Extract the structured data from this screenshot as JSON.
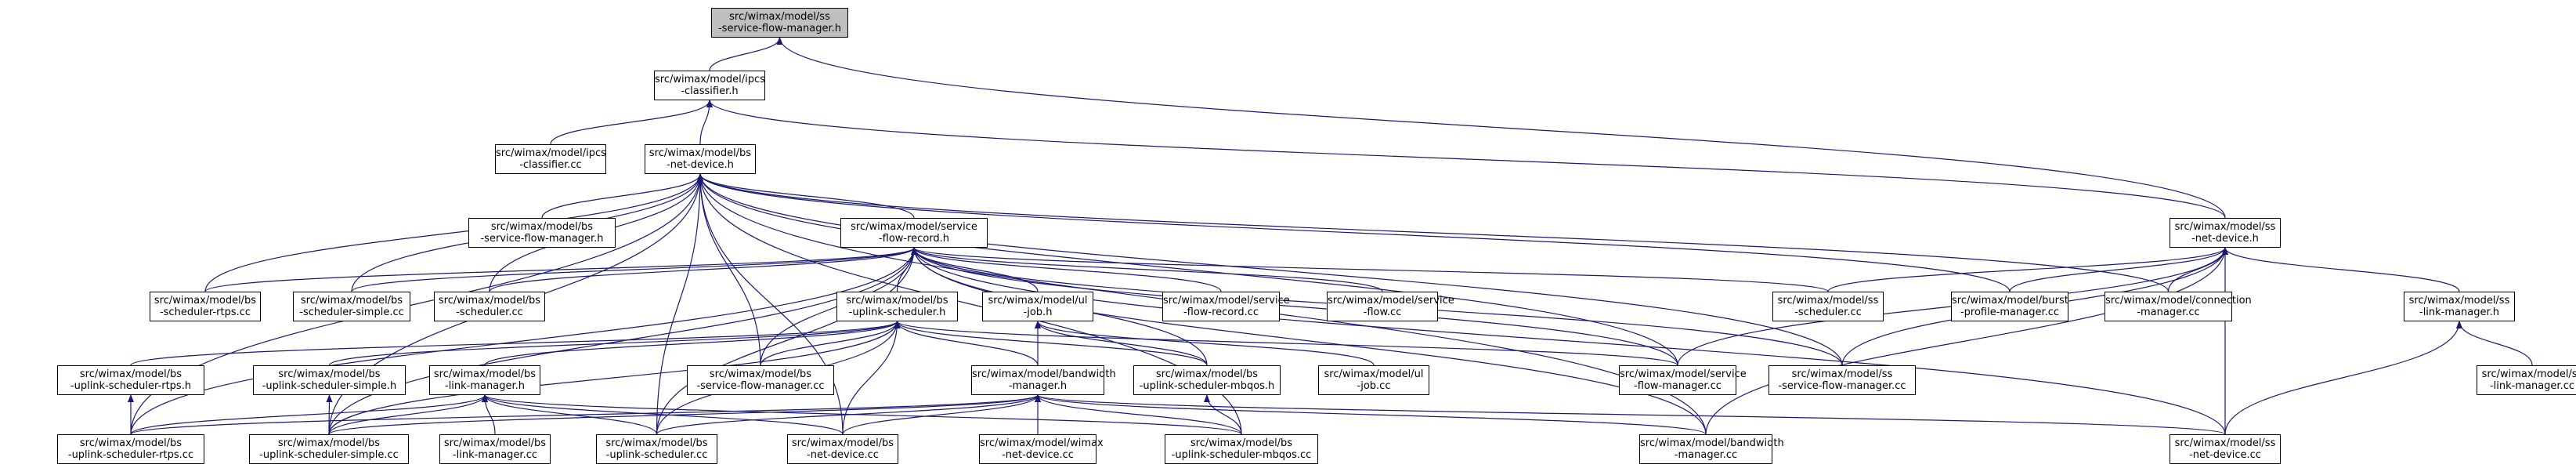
{
  "nodes": [
    {
      "id": "root",
      "lines": [
        "src/wimax/model/ss",
        "-service-flow-manager.h"
      ],
      "focus": true
    },
    {
      "id": "ipcs_h",
      "lines": [
        "src/wimax/model/ipcs",
        "-classifier.h"
      ]
    },
    {
      "id": "ipcs_cc",
      "lines": [
        "src/wimax/model/ipcs",
        "-classifier.cc"
      ]
    },
    {
      "id": "bs_netdev_h",
      "lines": [
        "src/wimax/model/bs",
        "-net-device.h"
      ]
    },
    {
      "id": "bs_sfm_h",
      "lines": [
        "src/wimax/model/bs",
        "-service-flow-manager.h"
      ]
    },
    {
      "id": "ss_netdev_h",
      "lines": [
        "src/wimax/model/ss",
        "-net-device.h"
      ]
    },
    {
      "id": "sfr_h",
      "lines": [
        "src/wimax/model/service",
        "-flow-record.h"
      ]
    },
    {
      "id": "bs_sched_rtps_cc",
      "lines": [
        "src/wimax/model/bs",
        "-scheduler-rtps.cc"
      ]
    },
    {
      "id": "bs_sched_simple_cc",
      "lines": [
        "src/wimax/model/bs",
        "-scheduler-simple.cc"
      ]
    },
    {
      "id": "bs_sched_cc",
      "lines": [
        "src/wimax/model/bs",
        "-scheduler.cc"
      ]
    },
    {
      "id": "bs_ul_sched_h",
      "lines": [
        "src/wimax/model/bs",
        "-uplink-scheduler.h"
      ]
    },
    {
      "id": "ul_job_h",
      "lines": [
        "src/wimax/model/ul",
        "-job.h"
      ]
    },
    {
      "id": "sfr_cc",
      "lines": [
        "src/wimax/model/service",
        "-flow-record.cc"
      ]
    },
    {
      "id": "sf_cc",
      "lines": [
        "src/wimax/model/service",
        "-flow.cc"
      ]
    },
    {
      "id": "ss_sched_cc",
      "lines": [
        "src/wimax/model/ss",
        "-scheduler.cc"
      ]
    },
    {
      "id": "burst_cc",
      "lines": [
        "src/wimax/model/burst",
        "-profile-manager.cc"
      ]
    },
    {
      "id": "conn_cc",
      "lines": [
        "src/wimax/model/connection",
        "-manager.cc"
      ]
    },
    {
      "id": "ss_lm_h",
      "lines": [
        "src/wimax/model/ss",
        "-link-manager.h"
      ]
    },
    {
      "id": "ul_rtps_h",
      "lines": [
        "src/wimax/model/bs",
        "-uplink-scheduler-rtps.h"
      ]
    },
    {
      "id": "ul_simple_h",
      "lines": [
        "src/wimax/model/bs",
        "-uplink-scheduler-simple.h"
      ]
    },
    {
      "id": "bs_lm_h",
      "lines": [
        "src/wimax/model/bs",
        "-link-manager.h"
      ]
    },
    {
      "id": "bs_sfm_cc",
      "lines": [
        "src/wimax/model/bs",
        "-service-flow-manager.cc"
      ]
    },
    {
      "id": "bw_h",
      "lines": [
        "src/wimax/model/bandwidth",
        "-manager.h"
      ]
    },
    {
      "id": "ul_mbqos_h",
      "lines": [
        "src/wimax/model/bs",
        "-uplink-scheduler-mbqos.h"
      ]
    },
    {
      "id": "ul_job_cc",
      "lines": [
        "src/wimax/model/ul",
        "-job.cc"
      ]
    },
    {
      "id": "sfm_cc",
      "lines": [
        "src/wimax/model/service",
        "-flow-manager.cc"
      ]
    },
    {
      "id": "ss_sfm_cc",
      "lines": [
        "src/wimax/model/ss",
        "-service-flow-manager.cc"
      ]
    },
    {
      "id": "ss_lm_cc",
      "lines": [
        "src/wimax/model/ss",
        "-link-manager.cc"
      ]
    },
    {
      "id": "ul_rtps_cc",
      "lines": [
        "src/wimax/model/bs",
        "-uplink-scheduler-rtps.cc"
      ]
    },
    {
      "id": "ul_simple_cc",
      "lines": [
        "src/wimax/model/bs",
        "-uplink-scheduler-simple.cc"
      ]
    },
    {
      "id": "bs_lm_cc",
      "lines": [
        "src/wimax/model/bs",
        "-link-manager.cc"
      ]
    },
    {
      "id": "ul_sched_cc",
      "lines": [
        "src/wimax/model/bs",
        "-uplink-scheduler.cc"
      ]
    },
    {
      "id": "bs_netdev_cc",
      "lines": [
        "src/wimax/model/bs",
        "-net-device.cc"
      ]
    },
    {
      "id": "wimax_netdev_cc",
      "lines": [
        "src/wimax/model/wimax",
        "-net-device.cc"
      ]
    },
    {
      "id": "ul_mbqos_cc",
      "lines": [
        "src/wimax/model/bs",
        "-uplink-scheduler-mbqos.cc"
      ]
    },
    {
      "id": "bw_cc",
      "lines": [
        "src/wimax/model/bandwidth",
        "-manager.cc"
      ]
    },
    {
      "id": "ss_netdev_cc",
      "lines": [
        "src/wimax/model/ss",
        "-net-device.cc"
      ]
    }
  ],
  "edges": [
    [
      "ipcs_h",
      "root"
    ],
    [
      "ss_netdev_h",
      "root"
    ],
    [
      "ipcs_cc",
      "ipcs_h"
    ],
    [
      "bs_netdev_h",
      "ipcs_h"
    ],
    [
      "ss_netdev_h",
      "ipcs_h"
    ],
    [
      "bs_sfm_h",
      "bs_netdev_h"
    ],
    [
      "sfr_h",
      "bs_netdev_h"
    ],
    [
      "bs_sched_rtps_cc",
      "bs_netdev_h"
    ],
    [
      "bs_sched_simple_cc",
      "bs_netdev_h"
    ],
    [
      "bs_sched_cc",
      "bs_netdev_h"
    ],
    [
      "ul_rtps_cc",
      "bs_netdev_h"
    ],
    [
      "ul_simple_cc",
      "bs_netdev_h"
    ],
    [
      "ul_sched_cc",
      "bs_netdev_h"
    ],
    [
      "bs_sfm_cc",
      "bs_netdev_h"
    ],
    [
      "bs_netdev_cc",
      "bs_netdev_h"
    ],
    [
      "ul_mbqos_cc",
      "bs_netdev_h"
    ],
    [
      "sfm_cc",
      "bs_netdev_h"
    ],
    [
      "ss_sfm_cc",
      "bs_netdev_h"
    ],
    [
      "bw_cc",
      "bs_netdev_h"
    ],
    [
      "burst_cc",
      "bs_netdev_h"
    ],
    [
      "conn_cc",
      "bs_netdev_h"
    ],
    [
      "bs_ul_sched_h",
      "sfr_h"
    ],
    [
      "ul_job_h",
      "sfr_h"
    ],
    [
      "sfr_cc",
      "sfr_h"
    ],
    [
      "sf_cc",
      "sfr_h"
    ],
    [
      "ss_sched_cc",
      "sfr_h"
    ],
    [
      "bs_sched_rtps_cc",
      "sfr_h"
    ],
    [
      "bs_sched_simple_cc",
      "sfr_h"
    ],
    [
      "bs_sched_cc",
      "sfr_h"
    ],
    [
      "ul_rtps_cc",
      "sfr_h"
    ],
    [
      "ul_simple_cc",
      "sfr_h"
    ],
    [
      "bs_sfm_cc",
      "sfr_h"
    ],
    [
      "ul_mbqos_h",
      "sfr_h"
    ],
    [
      "sfm_cc",
      "sfr_h"
    ],
    [
      "ss_sfm_cc",
      "sfr_h"
    ],
    [
      "bw_cc",
      "sfr_h"
    ],
    [
      "ss_netdev_cc",
      "sfr_h"
    ],
    [
      "ul_sched_cc",
      "sfr_h"
    ],
    [
      "ul_rtps_h",
      "bs_ul_sched_h"
    ],
    [
      "ul_simple_h",
      "bs_ul_sched_h"
    ],
    [
      "bs_lm_h",
      "bs_ul_sched_h"
    ],
    [
      "bs_sfm_cc",
      "bs_ul_sched_h"
    ],
    [
      "bw_h",
      "bs_ul_sched_h"
    ],
    [
      "ul_mbqos_h",
      "bs_ul_sched_h"
    ],
    [
      "ul_sched_cc",
      "bs_ul_sched_h"
    ],
    [
      "bs_netdev_cc",
      "bs_ul_sched_h"
    ],
    [
      "sfm_cc",
      "bs_ul_sched_h"
    ],
    [
      "ul_simple_cc",
      "bs_ul_sched_h"
    ],
    [
      "ul_job_cc",
      "ul_job_h"
    ],
    [
      "bw_h",
      "ul_job_h"
    ],
    [
      "ul_mbqos_h",
      "ul_job_h"
    ],
    [
      "ss_sched_cc",
      "ss_netdev_h"
    ],
    [
      "burst_cc",
      "ss_netdev_h"
    ],
    [
      "conn_cc",
      "ss_netdev_h"
    ],
    [
      "ss_lm_h",
      "ss_netdev_h"
    ],
    [
      "sfm_cc",
      "ss_netdev_h"
    ],
    [
      "ss_sfm_cc",
      "ss_netdev_h"
    ],
    [
      "bw_cc",
      "ss_netdev_h"
    ],
    [
      "ss_netdev_cc",
      "ss_netdev_h"
    ],
    [
      "ss_lm_cc",
      "ss_lm_h"
    ],
    [
      "ss_netdev_cc",
      "ss_lm_h"
    ],
    [
      "ul_rtps_cc",
      "ul_rtps_h"
    ],
    [
      "ul_simple_cc",
      "ul_simple_h"
    ],
    [
      "ul_rtps_cc",
      "bs_lm_h"
    ],
    [
      "ul_simple_cc",
      "bs_lm_h"
    ],
    [
      "bs_lm_cc",
      "bs_lm_h"
    ],
    [
      "ul_sched_cc",
      "bs_lm_h"
    ],
    [
      "bs_netdev_cc",
      "bs_lm_h"
    ],
    [
      "ul_mbqos_cc",
      "bs_lm_h"
    ],
    [
      "ul_rtps_cc",
      "bw_h"
    ],
    [
      "ul_simple_cc",
      "bw_h"
    ],
    [
      "ul_sched_cc",
      "bw_h"
    ],
    [
      "bs_netdev_cc",
      "bw_h"
    ],
    [
      "wimax_netdev_cc",
      "bw_h"
    ],
    [
      "ul_mbqos_cc",
      "bw_h"
    ],
    [
      "bw_cc",
      "bw_h"
    ],
    [
      "ss_netdev_cc",
      "bw_h"
    ],
    [
      "ul_mbqos_cc",
      "ul_mbqos_h"
    ]
  ]
}
